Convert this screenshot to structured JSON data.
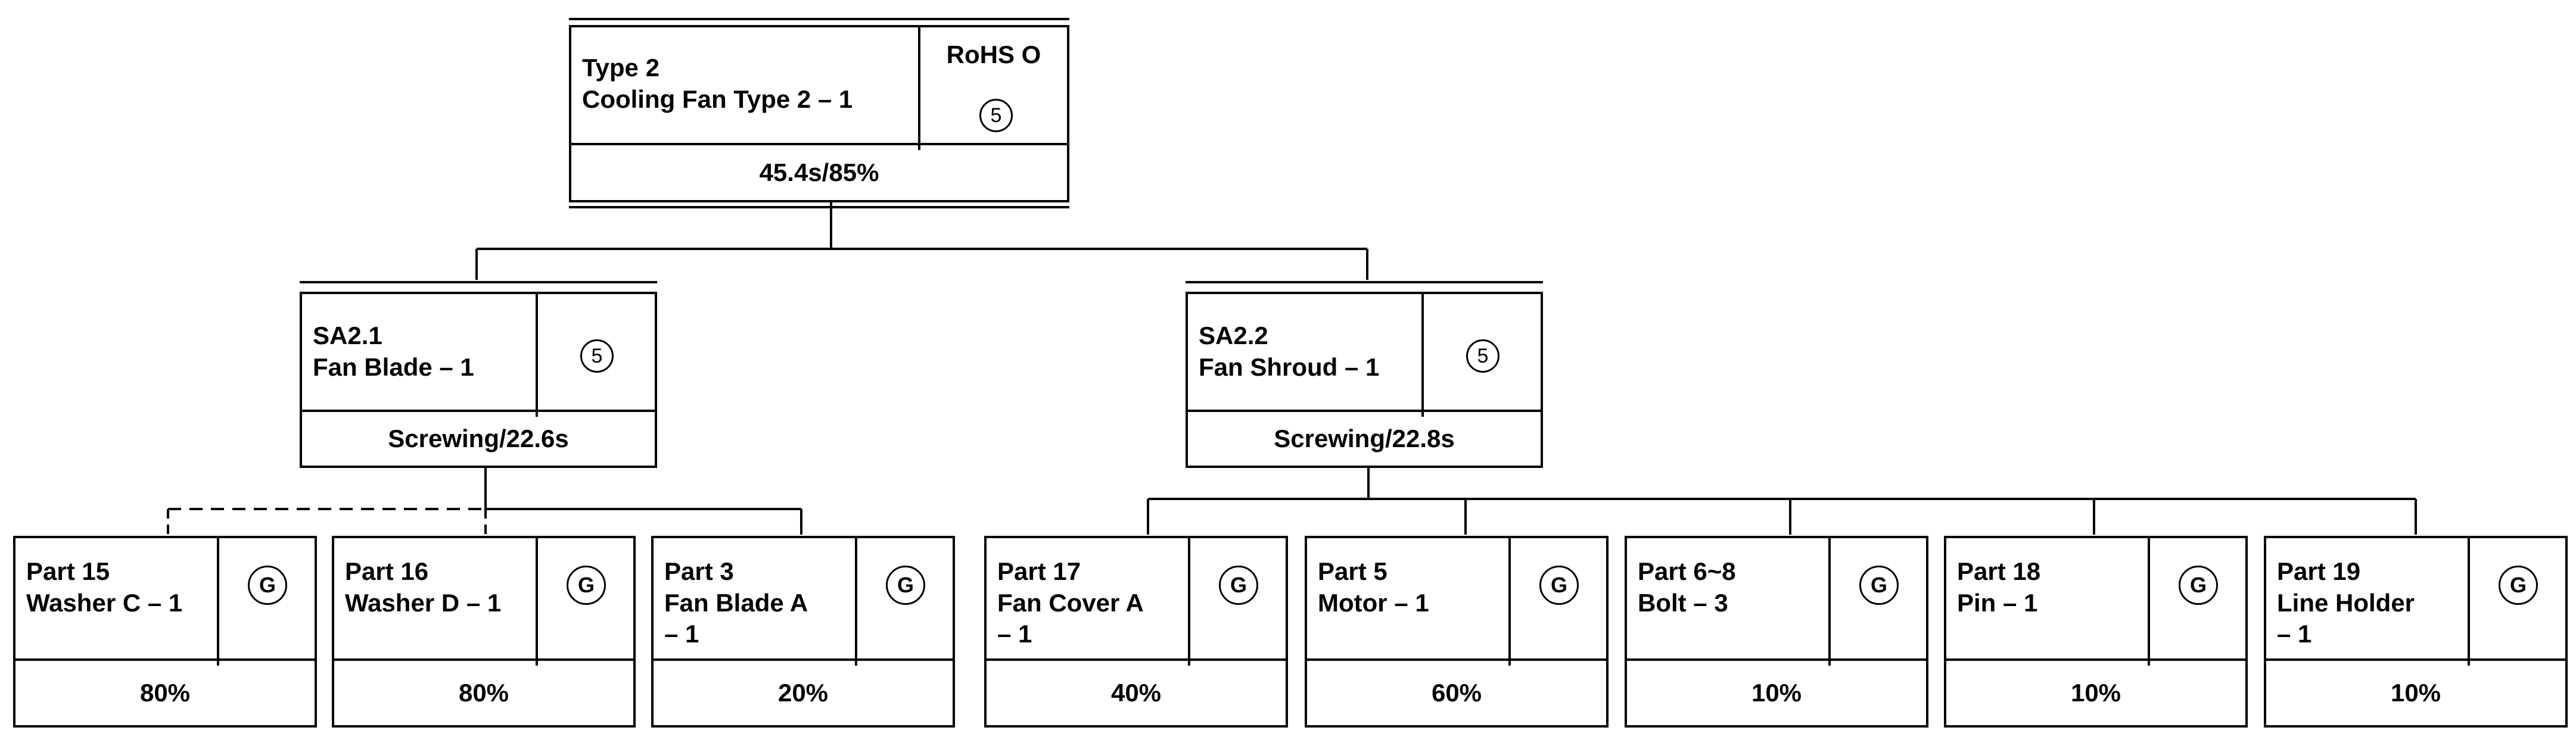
{
  "root": {
    "name": "Type 2\nCooling Fan Type 2 – 1",
    "rohs": "RoHS O",
    "mark": "5",
    "footer": "45.4s/85%"
  },
  "subassemblies": [
    {
      "name": "SA2.1\nFan Blade – 1",
      "mark": "5",
      "footer": "Screwing/22.6s"
    },
    {
      "name": "SA2.2\nFan Shroud – 1",
      "mark": "5",
      "footer": "Screwing/22.8s"
    }
  ],
  "parts": [
    {
      "name": "Part 15\nWasher C – 1",
      "mark": "G",
      "footer": "80%"
    },
    {
      "name": "Part 16\nWasher D – 1",
      "mark": "G",
      "footer": "80%"
    },
    {
      "name": "Part 3\nFan Blade A\n– 1",
      "mark": "G",
      "footer": "20%"
    },
    {
      "name": "Part 17\nFan Cover A\n– 1",
      "mark": "G",
      "footer": "40%"
    },
    {
      "name": "Part 5\nMotor – 1",
      "mark": "G",
      "footer": "60%"
    },
    {
      "name": "Part 6~8\nBolt – 3",
      "mark": "G",
      "footer": "10%"
    },
    {
      "name": "Part 18\nPin – 1",
      "mark": "G",
      "footer": "10%"
    },
    {
      "name": "Part 19\nLine Holder\n– 1",
      "mark": "G",
      "footer": "10%"
    }
  ]
}
